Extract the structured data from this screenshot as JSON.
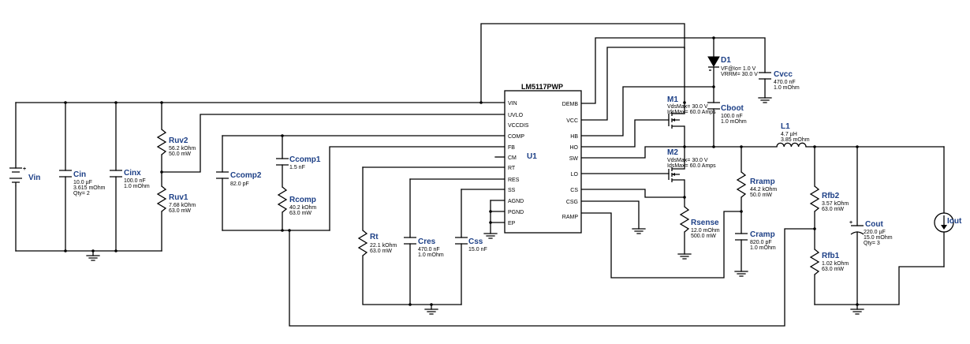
{
  "ic": {
    "part": "LM5117PWP",
    "ref": "U1",
    "left_pins": [
      "VIN",
      "UVLO",
      "VCCDIS",
      "COMP",
      "FB",
      "CM",
      "RT",
      "RES",
      "SS",
      "AGND",
      "PGND",
      "EP"
    ],
    "right_pins": [
      "DEMB",
      "VCC",
      "HB",
      "HO",
      "SW",
      "LO",
      "CS",
      "CSG",
      "RAMP"
    ]
  },
  "components": {
    "vin": {
      "name": "Vin"
    },
    "cin": {
      "name": "Cin",
      "lines": [
        "10.0 µF",
        "3.615 mOhm",
        "Qty= 2"
      ]
    },
    "cinx": {
      "name": "Cinx",
      "lines": [
        "100.0 nF",
        "1.0 mOhm"
      ]
    },
    "ruv2": {
      "name": "Ruv2",
      "lines": [
        "56.2 kOhm",
        "50.0 mW"
      ]
    },
    "ruv1": {
      "name": "Ruv1",
      "lines": [
        "7.68 kOhm",
        "63.0 mW"
      ]
    },
    "ccomp2": {
      "name": "Ccomp2",
      "lines": [
        "82.0 pF"
      ]
    },
    "ccomp1": {
      "name": "Ccomp1",
      "lines": [
        "1.5 nF"
      ]
    },
    "rcomp": {
      "name": "Rcomp",
      "lines": [
        "40.2 kOhm",
        "63.0 mW"
      ]
    },
    "rt": {
      "name": "Rt",
      "lines": [
        "22.1 kOhm",
        "63.0 mW"
      ]
    },
    "cres": {
      "name": "Cres",
      "lines": [
        "470.0 nF",
        "1.0 mOhm"
      ]
    },
    "css": {
      "name": "Css",
      "lines": [
        "15.0 nF"
      ]
    },
    "d1": {
      "name": "D1",
      "lines": [
        "VF@Io= 1.0 V",
        "VRRM= 30.0 V"
      ]
    },
    "cvcc": {
      "name": "Cvcc",
      "lines": [
        "470.0 nF",
        "1.0 mOhm"
      ]
    },
    "m1": {
      "name": "M1",
      "lines": [
        "VdsMax= 30.0 V",
        "IdsMax= 60.0 Amps"
      ]
    },
    "cboot": {
      "name": "Cboot",
      "lines": [
        "100.0 nF",
        "1.0 mOhm"
      ]
    },
    "m2": {
      "name": "M2",
      "lines": [
        "VdsMax= 30.0 V",
        "IdsMax= 60.0 Amps"
      ]
    },
    "l1": {
      "name": "L1",
      "lines": [
        "4.7 µH",
        "3.85 mOhm"
      ]
    },
    "rramp": {
      "name": "Rramp",
      "lines": [
        "44.2 kOhm",
        "50.0 mW"
      ]
    },
    "rsense": {
      "name": "Rsense",
      "lines": [
        "12.0 mOhm",
        "500.0 mW"
      ]
    },
    "cramp": {
      "name": "Cramp",
      "lines": [
        "820.0 pF",
        "1.0 mOhm"
      ]
    },
    "rfb2": {
      "name": "Rfb2",
      "lines": [
        "3.57 kOhm",
        "63.0 mW"
      ]
    },
    "rfb1": {
      "name": "Rfb1",
      "lines": [
        "1.02 kOhm",
        "63.0 mW"
      ]
    },
    "cout": {
      "name": "Cout",
      "lines": [
        "220.0 µF",
        "15.0 mOhm",
        "Qty= 3"
      ]
    },
    "iout": {
      "name": "Iout"
    }
  }
}
